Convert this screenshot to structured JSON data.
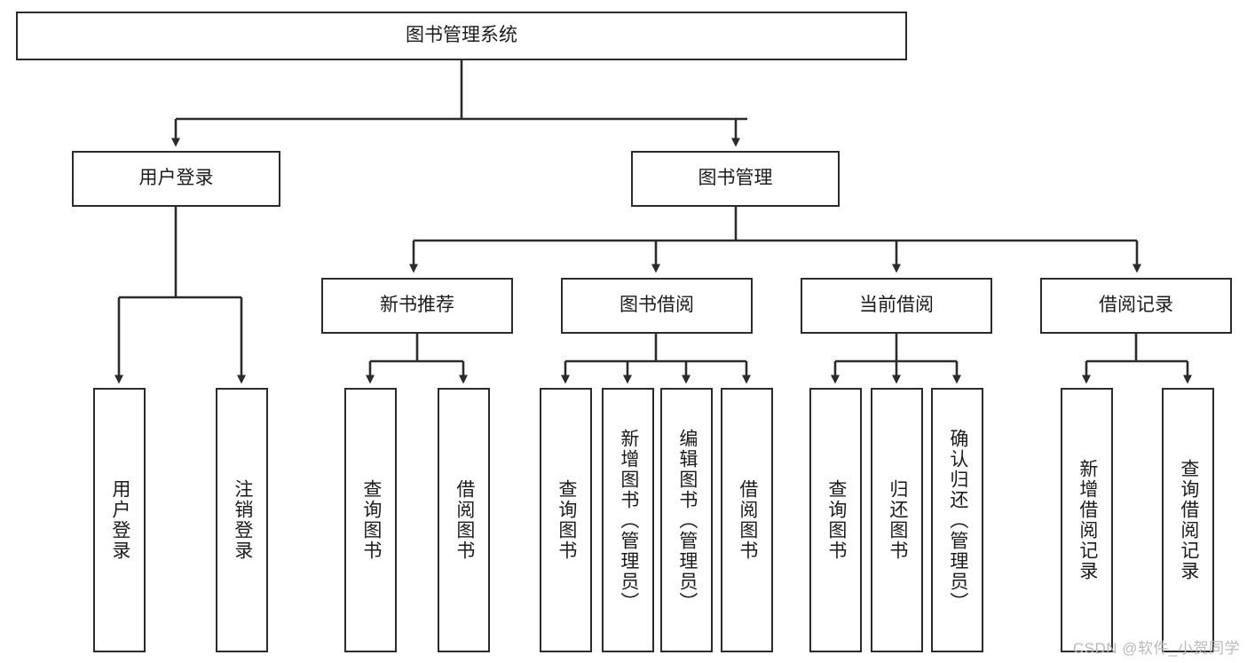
{
  "diagram": {
    "title": "图书管理系统",
    "type": "tree-hierarchy-chart",
    "watermark": "CSDN @软件_小贺同学",
    "colors": {
      "stroke": "#2b2b2b",
      "fill": "#ffffff",
      "text": "#1b1b1b",
      "watermark": "#b9b9b9"
    },
    "nodes": {
      "root": {
        "label": "图书管理系统",
        "level": 1,
        "orientation": "horizontal"
      },
      "l2_0": {
        "label": "用户登录",
        "level": 2,
        "orientation": "horizontal"
      },
      "l2_1": {
        "label": "图书管理",
        "level": 2,
        "orientation": "horizontal"
      },
      "l3_0": {
        "label": "新书推荐",
        "level": 3,
        "orientation": "horizontal"
      },
      "l3_1": {
        "label": "图书借阅",
        "level": 3,
        "orientation": "horizontal"
      },
      "l3_2": {
        "label": "当前借阅",
        "level": 3,
        "orientation": "horizontal"
      },
      "l3_3": {
        "label": "借阅记录",
        "level": 3,
        "orientation": "horizontal"
      },
      "leaf_00": {
        "label": "用户登录",
        "level": 4,
        "orientation": "vertical",
        "parent": "用户登录"
      },
      "leaf_01": {
        "label": "注销登录",
        "level": 4,
        "orientation": "vertical",
        "parent": "用户登录"
      },
      "leaf_10": {
        "label": "查询图书",
        "level": 4,
        "orientation": "vertical",
        "parent": "新书推荐"
      },
      "leaf_11": {
        "label": "借阅图书",
        "level": 4,
        "orientation": "vertical",
        "parent": "新书推荐"
      },
      "leaf_20": {
        "label": "查询图书",
        "level": 4,
        "orientation": "vertical",
        "parent": "图书借阅"
      },
      "leaf_21": {
        "label": "新增图书（管理员）",
        "level": 4,
        "orientation": "vertical",
        "parent": "图书借阅"
      },
      "leaf_22": {
        "label": "编辑图书（管理员）",
        "level": 4,
        "orientation": "vertical",
        "parent": "图书借阅"
      },
      "leaf_23": {
        "label": "借阅图书",
        "level": 4,
        "orientation": "vertical",
        "parent": "图书借阅"
      },
      "leaf_30": {
        "label": "查询图书",
        "level": 4,
        "orientation": "vertical",
        "parent": "当前借阅"
      },
      "leaf_31": {
        "label": "归还图书",
        "level": 4,
        "orientation": "vertical",
        "parent": "当前借阅"
      },
      "leaf_32": {
        "label": "确认归还（管理员）",
        "level": 4,
        "orientation": "vertical",
        "parent": "当前借阅"
      },
      "leaf_40": {
        "label": "新增借阅记录",
        "level": 4,
        "orientation": "vertical",
        "parent": "借阅记录"
      },
      "leaf_41": {
        "label": "查询借阅记录",
        "level": 4,
        "orientation": "vertical",
        "parent": "借阅记录"
      }
    }
  }
}
